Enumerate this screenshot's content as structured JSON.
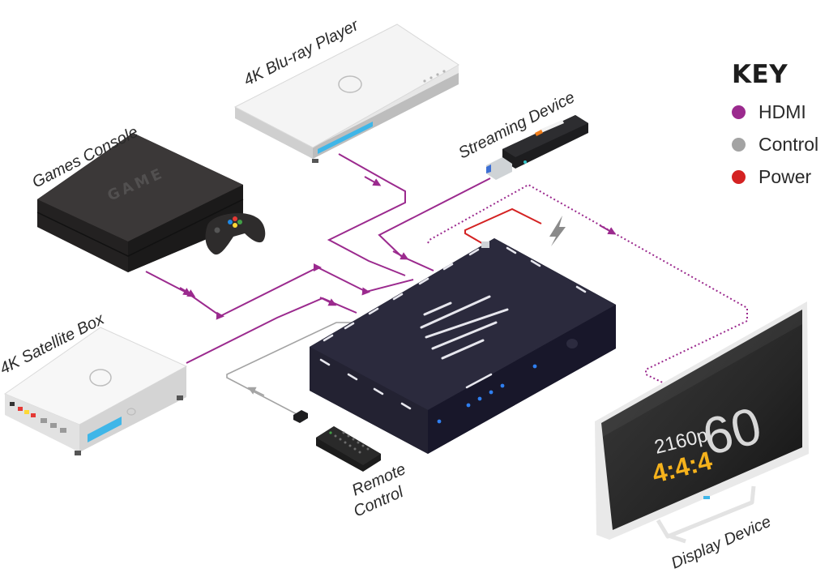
{
  "labels": {
    "bluray": "4K Blu-ray Player",
    "games": "Games Console",
    "streaming": "Streaming Device",
    "satellite": "4K Satellite Box",
    "remote_line1": "Remote",
    "remote_line2": "Control",
    "display": "Display Device",
    "console_logo": "GAME"
  },
  "screen": {
    "resolution": "2160p",
    "chroma": "4:4:4",
    "framerate": "60"
  },
  "key": {
    "title": "KEY",
    "items": [
      {
        "label": "HDMI",
        "color": "#9b2a8e"
      },
      {
        "label": "Control",
        "color": "#a3a3a3"
      },
      {
        "label": "Power",
        "color": "#d42222"
      }
    ]
  },
  "colors": {
    "hdmi": "#9b2a8e",
    "control": "#a3a3a3",
    "power": "#d42222",
    "switch_body": "#2b2a3d",
    "console_body": "#3b3838",
    "led": "#2f7ff0",
    "screen_yellow": "#f5b21c"
  },
  "icons": {
    "power": "lightning-bolt-icon",
    "gamepad": "gamepad-icon"
  }
}
